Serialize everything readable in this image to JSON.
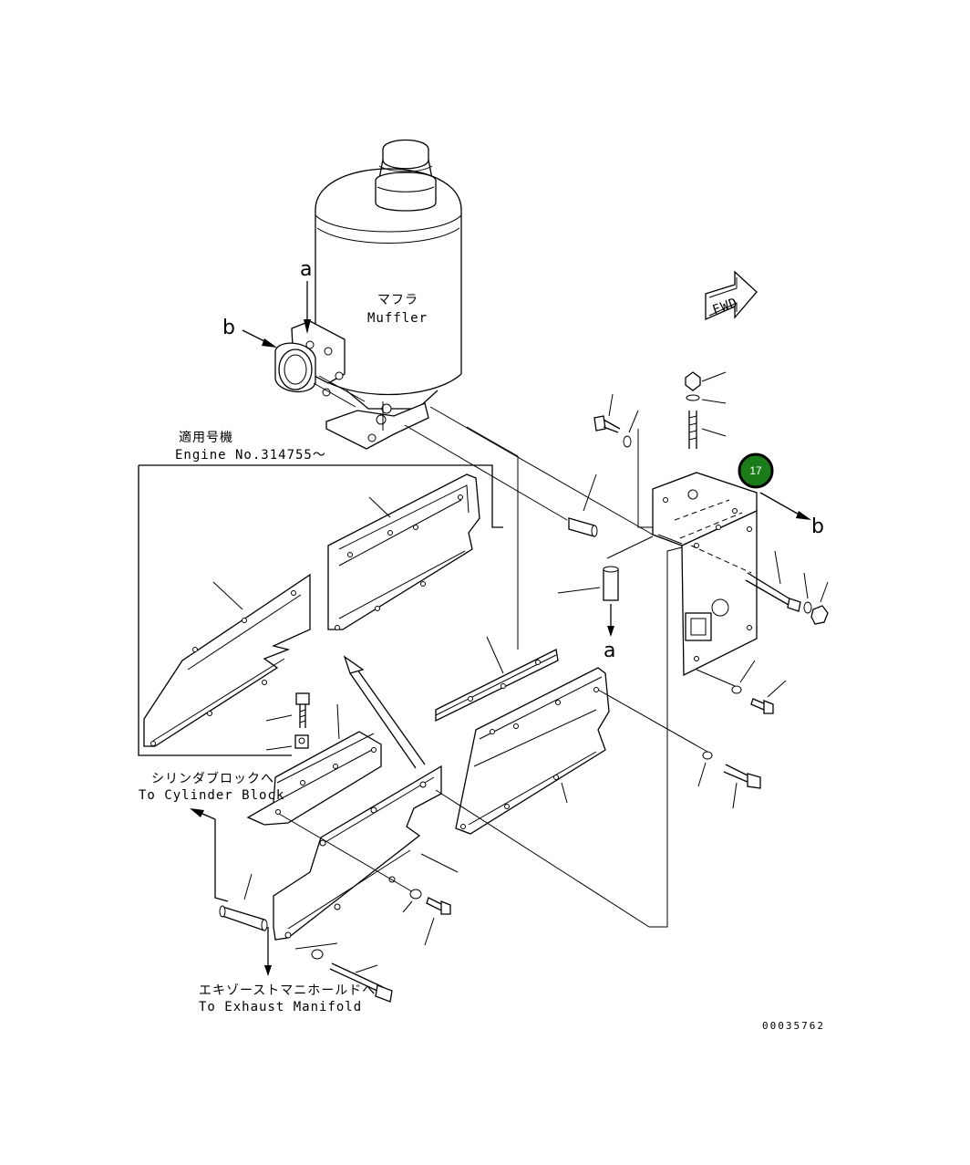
{
  "labels": {
    "muffler_jp": "マフラ",
    "muffler_en": "Muffler",
    "applicable_jp": "適用号機",
    "engine_no": "Engine No.314755～",
    "cyl_jp": "シリンダブロックへ",
    "cyl_en": "To Cylinder Block",
    "exh_jp": "エキゾーストマニホールドへ",
    "exh_en": "To Exhaust Manifold",
    "fwd": "FWD",
    "arrow_a_top": "a",
    "arrow_b_left": "b",
    "arrow_a_bottom": "a",
    "arrow_b_right": "b",
    "drawing_code": "00035762"
  },
  "callout": {
    "number": "17",
    "color": "#1a7d1a",
    "ring_color": "#000000"
  },
  "icons": {
    "fwd_arrow": "fwd-arrow-icon"
  }
}
